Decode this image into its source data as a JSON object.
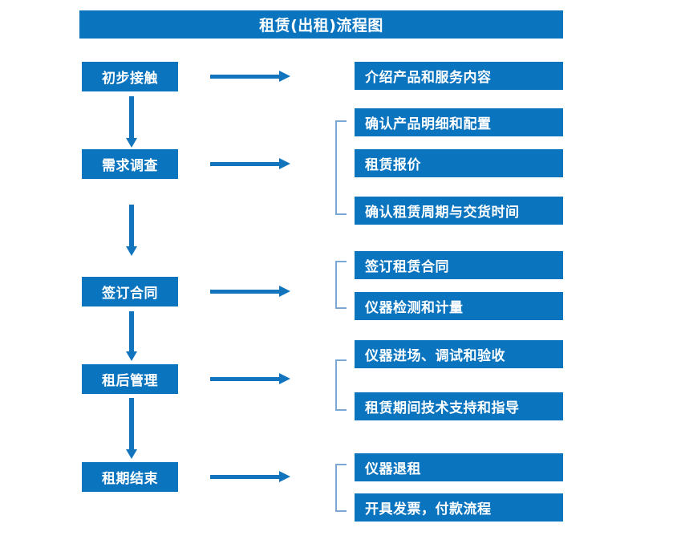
{
  "diagram": {
    "title": "租赁(出租)流程图",
    "accent_color": "#0a74bf",
    "arrow_color": "#1174bd",
    "bracket_color": "#7aa7d4",
    "title_text_color": "#ffffff"
  },
  "stages": [
    {
      "id": "stage-1",
      "label": "初步接触"
    },
    {
      "id": "stage-2",
      "label": "需求调查"
    },
    {
      "id": "stage-3",
      "label": "签订合同"
    },
    {
      "id": "stage-4",
      "label": "租后管理"
    },
    {
      "id": "stage-5",
      "label": "租期结束"
    }
  ],
  "details": {
    "group_1": [
      {
        "label": "介绍产品和服务内容"
      }
    ],
    "group_2": [
      {
        "label": "确认产品明细和配置"
      },
      {
        "label": "租赁报价"
      },
      {
        "label": "确认租赁周期与交货时间"
      }
    ],
    "group_3": [
      {
        "label": "签订租赁合同"
      },
      {
        "label": "仪器检测和计量"
      }
    ],
    "group_4": [
      {
        "label": "仪器进场、调试和验收"
      },
      {
        "label": "租赁期间技术支持和指导"
      }
    ],
    "group_5": [
      {
        "label": "仪器退租"
      },
      {
        "label": "开具发票，付款流程"
      }
    ]
  }
}
